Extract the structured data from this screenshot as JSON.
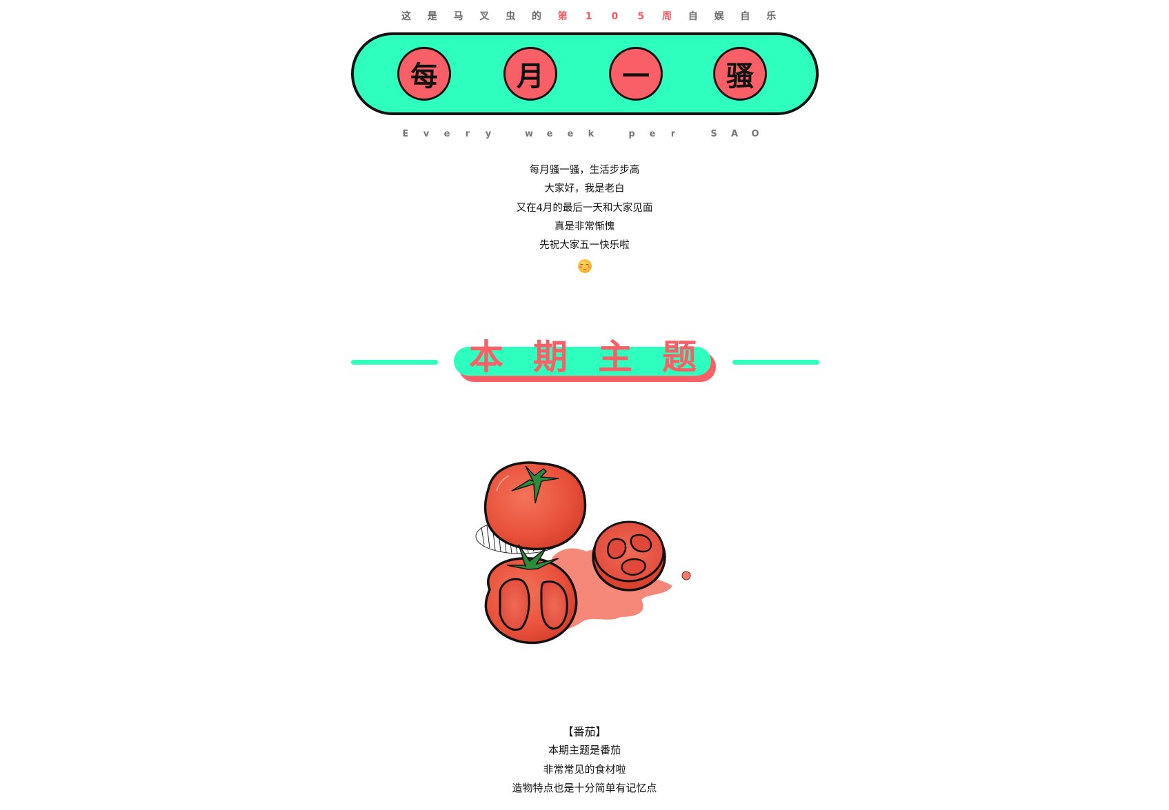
{
  "header": {
    "kicker_chars": [
      "这",
      "是",
      "马",
      "叉",
      "虫",
      "的",
      "第",
      "1",
      "0",
      "5",
      "周",
      "自",
      "娱",
      "自",
      "乐"
    ],
    "kicker_highlight_indices": [
      6,
      7,
      8,
      9,
      10
    ],
    "kicker_text": "这是马叉虫的第105周自娱自乐",
    "issue_number": "105",
    "colors": {
      "kicker_gray": "#6b6b6b",
      "highlight_red": "#f45b62"
    }
  },
  "banner": {
    "chars": [
      "每",
      "月",
      "一",
      "骚"
    ],
    "title": "每月一骚",
    "colors": {
      "pill_bg": "#2effbe",
      "coin_bg": "#f95f66",
      "outline": "#111111"
    }
  },
  "subtitle": {
    "text": "Every week per SAO",
    "letters": [
      "E",
      "v",
      "e",
      "r",
      "y",
      "w",
      "e",
      "e",
      "k",
      "p",
      "e",
      "r",
      "S",
      "A",
      "O"
    ]
  },
  "intro": {
    "lines": [
      "每月骚一骚，生活步步高",
      "大家好，我是老白",
      "又在4月的最后一天和大家见面",
      "真是非常惭愧",
      "先祝大家五一快乐啦"
    ],
    "emoji": "blushing-smile-emoji"
  },
  "section": {
    "title_chars": [
      "本",
      "期",
      "主",
      "题"
    ],
    "title": "本期主题",
    "colors": {
      "text": "#f95f66",
      "pill": "#2effbe",
      "shadow": "#f95f66",
      "rule": "#2effbe"
    }
  },
  "illustration": {
    "subject": "tomatoes",
    "items": [
      "whole-tomato",
      "halved-tomato",
      "sliced-tomato",
      "tomato-juice-splash"
    ]
  },
  "theme_text": {
    "heading": "【番茄】",
    "lines": [
      "本期主题是番茄",
      "非常常见的食材啦",
      "造物特点也是十分简单有记忆点"
    ]
  }
}
